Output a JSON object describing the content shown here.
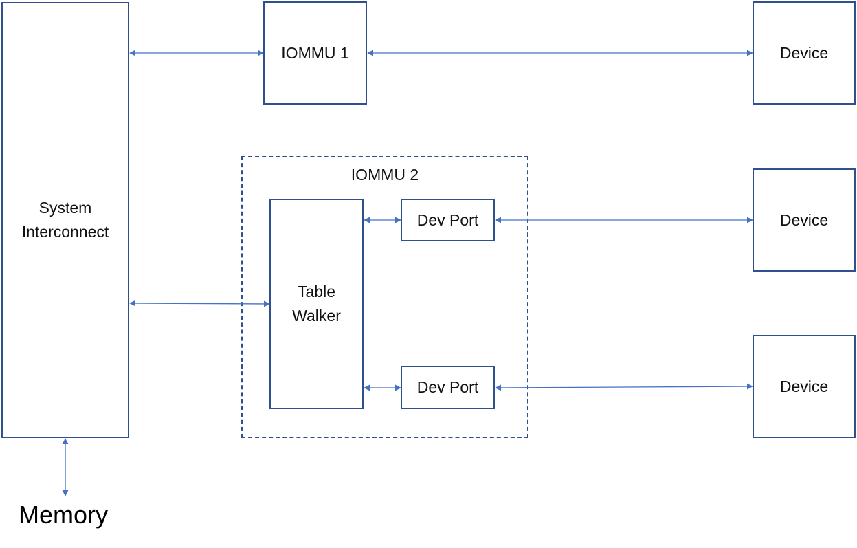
{
  "diagram": {
    "system_interconnect": "System\nInterconnect",
    "iommu1": "IOMMU 1",
    "iommu2": "IOMMU 2",
    "table_walker": "Table\nWalker",
    "dev_port_top": "Dev Port",
    "dev_port_bottom": "Dev Port",
    "device_top": "Device",
    "device_middle": "Device",
    "device_bottom": "Device",
    "memory": "Memory"
  },
  "colors": {
    "box_border": "#2f4f8f",
    "connector": "#4472c4"
  }
}
